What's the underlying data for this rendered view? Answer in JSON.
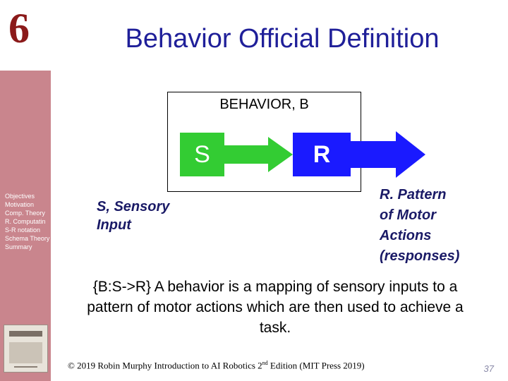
{
  "slide": {
    "chapter_number": "6",
    "title": "Behavior Official Definition",
    "page_number": "37"
  },
  "sidebar": {
    "nav_items": [
      {
        "label": "Objectives"
      },
      {
        "label": "Motivation"
      },
      {
        "label": "Comp. Theory"
      },
      {
        "label": "R. Computatin"
      },
      {
        "label": "S-R notation"
      },
      {
        "label": "Schema Theory"
      },
      {
        "label": "Summary"
      }
    ]
  },
  "diagram": {
    "box_label": "BEHAVIOR, B",
    "s_label": "S",
    "r_label": "R",
    "sensory_label": "S, Sensory\nInput",
    "response_label": "R. Pattern\nof Motor\nActions\n(responses)",
    "colors": {
      "s_box": "#33cc33",
      "r_box": "#1a1aff",
      "arrow_green": "#33cc33",
      "arrow_blue": "#1a1aff"
    }
  },
  "description": "{B:S->R} A behavior is a mapping of sensory inputs to a pattern of motor actions which are then used to achieve a task.",
  "footer": {
    "text_before": "© 2019 Robin Murphy Introduction to AI Robotics 2",
    "superscript": "nd",
    "text_after": " Edition (MIT Press 2019)"
  },
  "colors": {
    "title": "#1f1f99",
    "chapter": "#8b1a1a",
    "sidebar": "#c9858d",
    "label_text": "#1a1a66"
  }
}
